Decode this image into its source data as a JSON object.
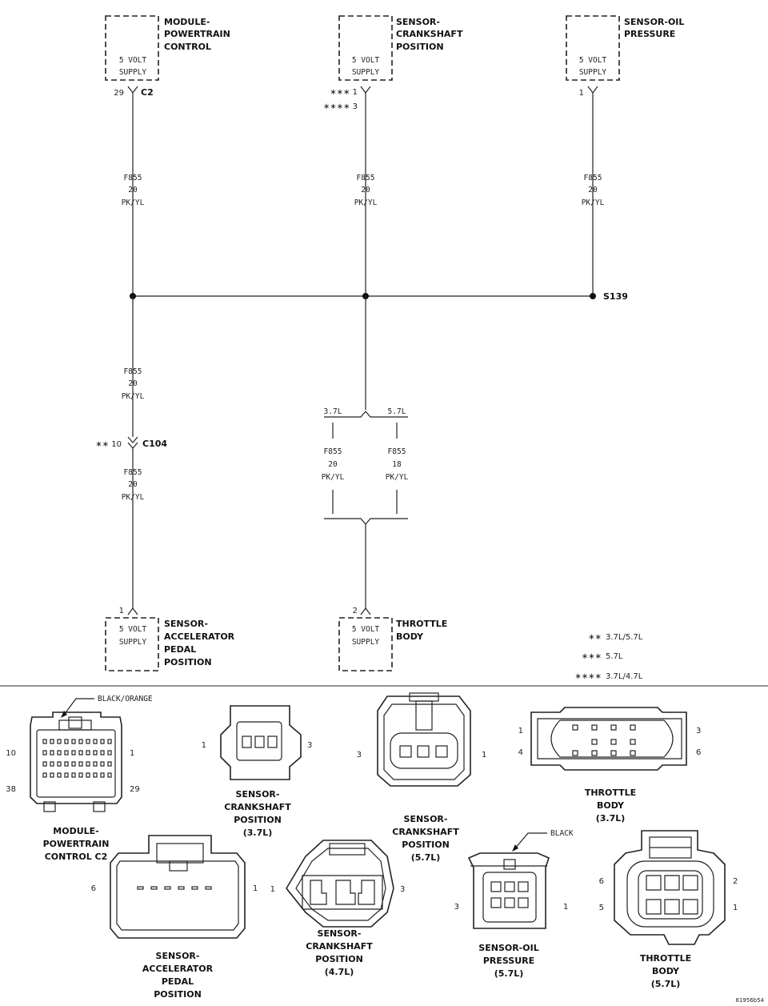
{
  "components": {
    "pcm": {
      "name": [
        "MODULE-",
        "POWERTRAIN",
        "CONTROL"
      ],
      "supply": [
        "5 VOLT",
        "SUPPLY"
      ],
      "pin": "29",
      "connector": "C2"
    },
    "ckp_top": {
      "name": [
        "SENSOR-",
        "CRANKSHAFT",
        "POSITION"
      ],
      "supply": [
        "5 VOLT",
        "SUPPLY"
      ],
      "pin_a_mark": "∗∗∗ 1",
      "pin_b_mark": "∗∗∗∗ 3"
    },
    "oil_top": {
      "name": [
        "SENSOR-OIL",
        "PRESSURE"
      ],
      "supply": [
        "5 VOLT",
        "SUPPLY"
      ],
      "pin": "1"
    },
    "app": {
      "name": [
        "SENSOR-",
        "ACCELERATOR",
        "PEDAL",
        "POSITION"
      ],
      "supply": [
        "5 VOLT",
        "SUPPLY"
      ],
      "pin": "1"
    },
    "tb": {
      "name": [
        "THROTTLE",
        "BODY"
      ],
      "supply": [
        "5 VOLT",
        "SUPPLY"
      ],
      "pin": "2"
    }
  },
  "wires": {
    "main": [
      "F855",
      "20",
      "PK/YL"
    ],
    "split_37": [
      "F855",
      "20",
      "PK/YL"
    ],
    "split_57": [
      "F855",
      "18",
      "PK/YL"
    ]
  },
  "splice": "S139",
  "c104": {
    "mark": "∗∗ 10",
    "label": "C104"
  },
  "engine_labels": {
    "l37": "3.7L",
    "l57": "5.7L"
  },
  "legend": [
    {
      "mark": "∗∗",
      "text": "3.7L/5.7L"
    },
    {
      "mark": "∗∗∗",
      "text": "5.7L"
    },
    {
      "mark": "∗∗∗∗",
      "text": "3.7L/4.7L"
    }
  ],
  "connectors": {
    "pcm_c2": {
      "title": [
        "MODULE-",
        "POWERTRAIN",
        "CONTROL C2"
      ],
      "color_note": "BLACK/ORANGE",
      "pins": [
        "10",
        "1",
        "38",
        "29"
      ]
    },
    "ckp_37": {
      "title": [
        "SENSOR-",
        "CRANKSHAFT",
        "POSITION",
        "(3.7L)"
      ],
      "pins": [
        "1",
        "3"
      ]
    },
    "ckp_57": {
      "title": [
        "SENSOR-",
        "CRANKSHAFT",
        "POSITION",
        "(5.7L)"
      ],
      "pins": [
        "3",
        "1"
      ]
    },
    "tb_37": {
      "title": [
        "THROTTLE",
        "BODY",
        "(3.7L)"
      ],
      "pins": [
        "1",
        "3",
        "4",
        "6"
      ]
    },
    "app_conn": {
      "title": [
        "SENSOR-",
        "ACCELERATOR",
        "PEDAL",
        "POSITION"
      ],
      "pins": [
        "6",
        "1"
      ]
    },
    "ckp_47": {
      "title": [
        "SENSOR-",
        "CRANKSHAFT",
        "POSITION",
        "(4.7L)"
      ],
      "pins": [
        "1",
        "3"
      ]
    },
    "oil_57": {
      "title": [
        "SENSOR-OIL",
        "PRESSURE",
        "(5.7L)"
      ],
      "color_note": "BLACK",
      "pins": [
        "3",
        "1"
      ]
    },
    "tb_57": {
      "title": [
        "THROTTLE",
        "BODY",
        "(5.7L)"
      ],
      "pins": [
        "6",
        "2",
        "5",
        "1"
      ]
    }
  },
  "figure_id": "81956b54"
}
